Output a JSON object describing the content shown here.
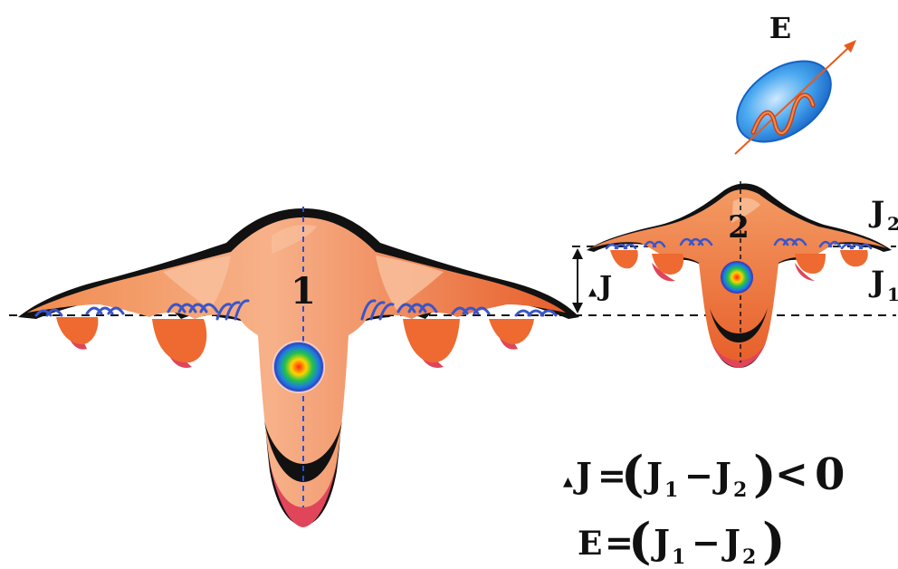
{
  "diagram": {
    "well_1_label": "1",
    "well_2_label": "2",
    "field_label": "E",
    "level_label_upper": {
      "main": "J",
      "sub": "2"
    },
    "level_label_lower": {
      "main": "J",
      "sub": "1"
    },
    "delta_label": {
      "symbol": "▲",
      "main": "J"
    },
    "equation_1": {
      "lhs_symbol": "▲",
      "lhs": "J",
      "eq": "=",
      "open": "(",
      "a": "J",
      "a_sub": "1",
      "minus": "−",
      "b": "J",
      "b_sub": "2",
      "close": ")",
      "rel": "<",
      "rhs": "0"
    },
    "equation_2": {
      "lhs": "E",
      "eq": "=",
      "open": "(",
      "a": "J",
      "a_sub": "1",
      "minus": "−",
      "b": "J",
      "b_sub": "2",
      "close": ")"
    }
  },
  "colors": {
    "well_fill": "#ee6a30",
    "well_highlight": "#f6b184",
    "well_rim": "#e0455a",
    "well_shadow": "#111111",
    "ripple": "#3a55c8",
    "ellipse_fill": "#2e95e6",
    "wave": "#e85a1c",
    "guide_line": "#111111",
    "center_axis": "#2b4fd0"
  }
}
